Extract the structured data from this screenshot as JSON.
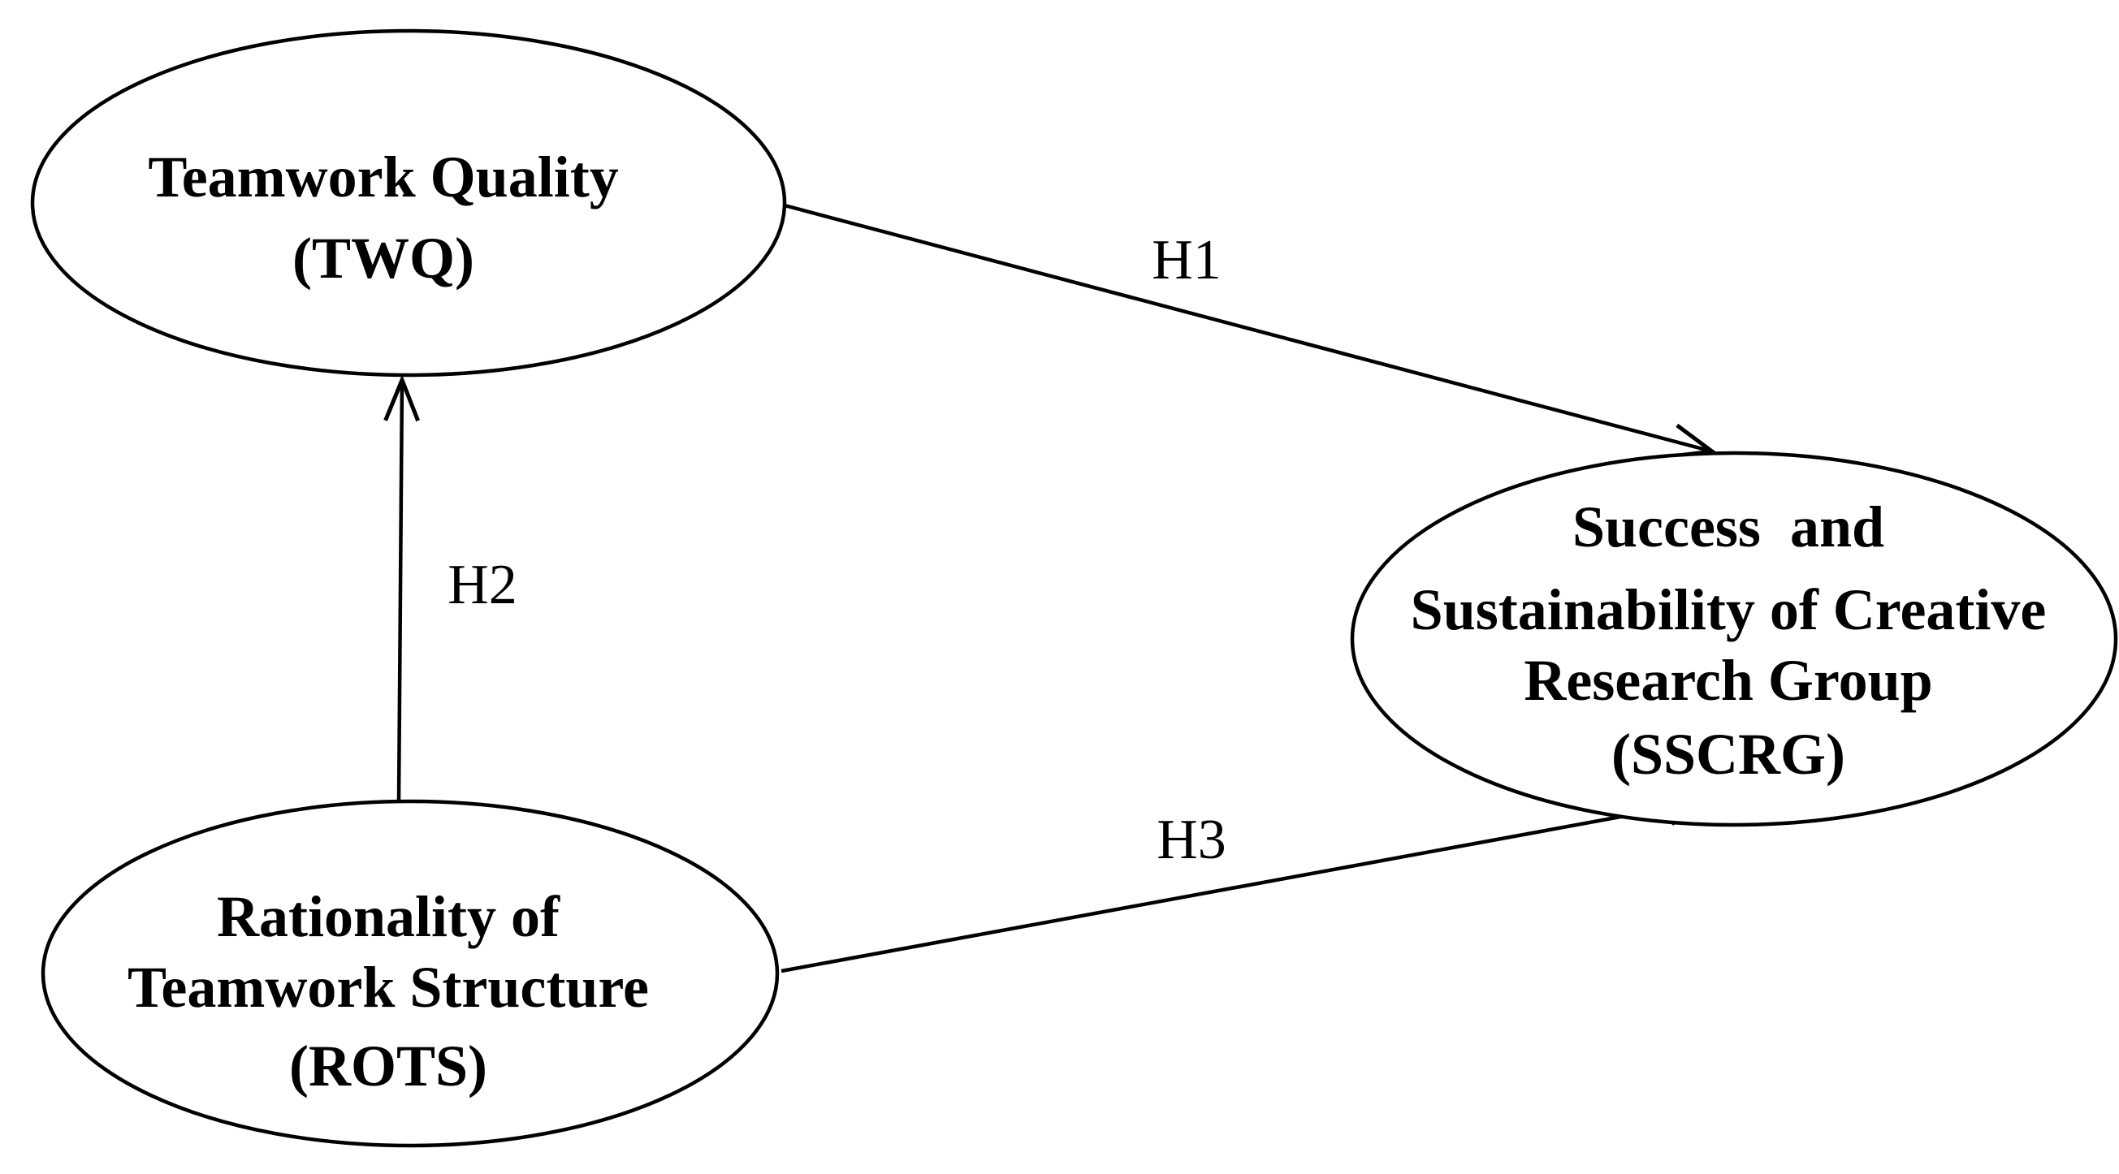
{
  "diagram": {
    "type": "hypothesis-path-model",
    "colors": {
      "background": "#ffffff",
      "stroke": "#000000",
      "text": "#000000"
    },
    "nodes": [
      {
        "id": "TWQ",
        "shape": "ellipse",
        "lines": [
          "Teamwork Quality",
          "(TWQ)"
        ]
      },
      {
        "id": "ROTS",
        "shape": "ellipse",
        "lines": [
          "Rationality of",
          "Teamwork Structure",
          "(ROTS)"
        ]
      },
      {
        "id": "SSCRG",
        "shape": "ellipse",
        "lines": [
          "Success  and",
          "Sustainability of Creative",
          "Research Group",
          "(SSCRG)"
        ]
      }
    ],
    "edges": [
      {
        "id": "H1",
        "label": "H1",
        "from": "TWQ",
        "to": "SSCRG",
        "style": "arrow"
      },
      {
        "id": "H2",
        "label": "H2",
        "from": "ROTS",
        "to": "TWQ",
        "style": "arrow"
      },
      {
        "id": "H3",
        "label": "H3",
        "from": "ROTS",
        "to": "SSCRG",
        "style": "arrow"
      }
    ]
  }
}
